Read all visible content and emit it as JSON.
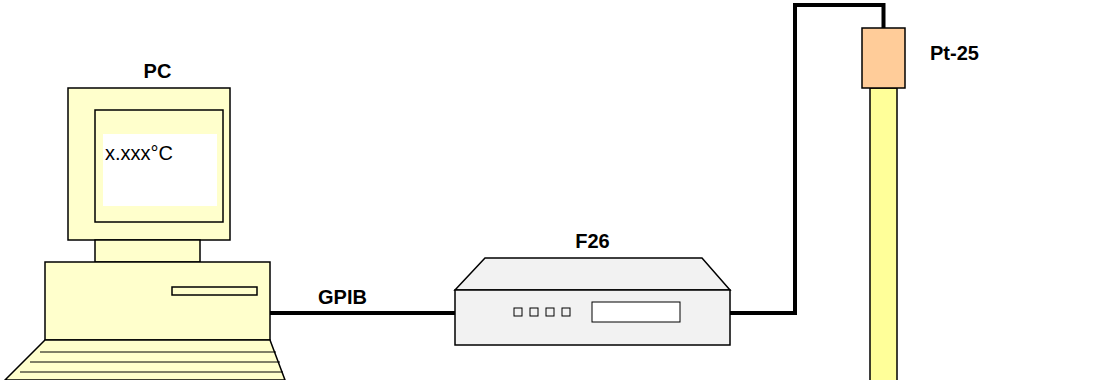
{
  "diagram": {
    "nodes": [
      {
        "text": [
          "PC",
          "x.xxx°C"
        ]
      },
      {
        "text": [
          "F26"
        ]
      },
      {
        "text": [
          "Pt-25"
        ]
      }
    ],
    "edges": [
      {
        "from": 0,
        "to": 1,
        "arrow": "none",
        "label": "GPIB"
      },
      {
        "from": 1,
        "to": 2,
        "arrow": "none"
      }
    ]
  }
}
